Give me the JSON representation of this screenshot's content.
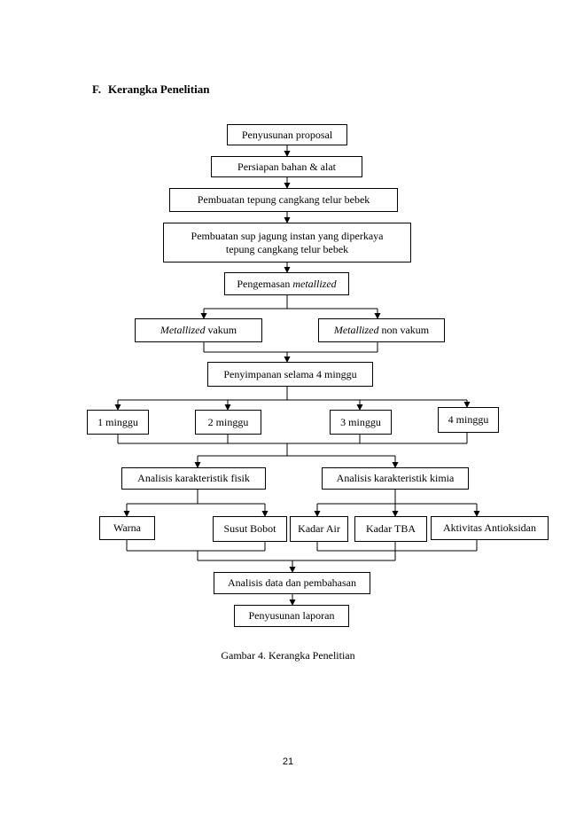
{
  "heading": {
    "number": "F.",
    "title": "Kerangka Penelitian"
  },
  "nodes": {
    "proposal": "Penyusunan proposal",
    "persiapan": "Persiapan bahan & alat",
    "tepung": "Pembuatan tepung cangkang telur bebek",
    "sup_line1": "Pembuatan sup jagung instan yang diperkaya",
    "sup_line2": "tepung cangkang telur bebek",
    "pengemasan_prefix": "Pengemasan ",
    "pengemasan_em": "metallized",
    "vakum_em": "Metallized",
    "vakum_suffix": " vakum",
    "nonvakum_em": "Metallized",
    "nonvakum_suffix": " non vakum",
    "penyimpanan": "Penyimpanan selama 4 minggu",
    "minggu1": "1 minggu",
    "minggu2": "2 minggu",
    "minggu3": "3 minggu",
    "minggu4": "4 minggu",
    "fisik": "Analisis karakteristik fisik",
    "kimia": "Analisis karakteristik kimia",
    "warna": "Warna",
    "susut": "Susut Bobot",
    "kadar_air": "Kadar Air",
    "kadar_tba": "Kadar TBA",
    "antioksidan": "Aktivitas Antioksidan",
    "analisis_data": "Analisis data dan pembahasan",
    "laporan": "Penyusunan laporan"
  },
  "caption": "Gambar 4. Kerangka Penelitian",
  "page_number": "21"
}
